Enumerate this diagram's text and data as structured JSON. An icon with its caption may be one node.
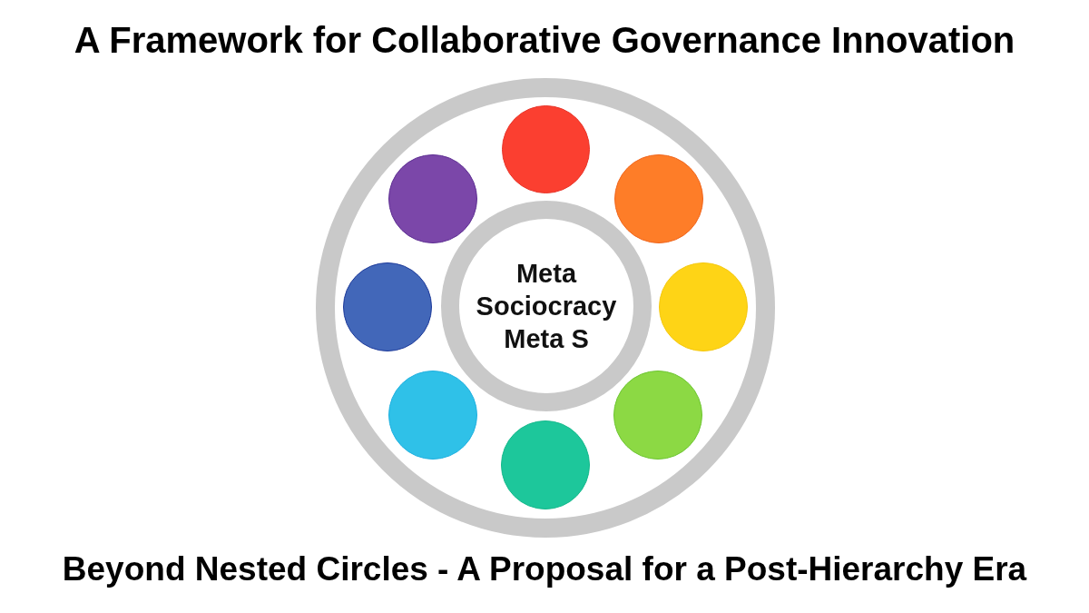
{
  "diagram": {
    "title": "A Framework for Collaborative Governance Innovation",
    "caption": "Beyond Nested Circles - A Proposal for a Post-Hierarchy Era",
    "nodes": [
      {
        "text": [],
        "shape": "circle"
      },
      {
        "text": [],
        "shape": "circle",
        "in": 0
      },
      {
        "text": [],
        "shape": "circle",
        "in": 0
      },
      {
        "text": [],
        "shape": "circle",
        "in": 0
      },
      {
        "text": [],
        "shape": "circle",
        "in": 0
      },
      {
        "text": [
          "Meta Sociocracy Meta S"
        ],
        "in": 0
      },
      {
        "text": [],
        "shape": "circle",
        "in": 0
      },
      {
        "text": [],
        "shape": "circle",
        "in": 0
      },
      {
        "text": [],
        "shape": "circle",
        "in": 0
      },
      {
        "text": [],
        "shape": "circle",
        "in": 0
      }
    ]
  }
}
